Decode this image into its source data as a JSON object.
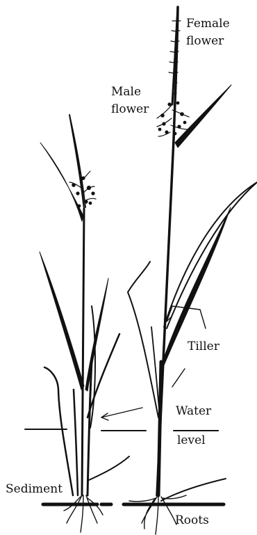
{
  "labels": {
    "female_flower_line1": "Female",
    "female_flower_line2": "flower",
    "male_flower_line1": "Male",
    "male_flower_line2": "flower",
    "tiller": "Tiller",
    "water": "Water",
    "level": "level",
    "sediment": "Sediment",
    "roots": "Roots"
  },
  "colors": {
    "ink": "#111111",
    "background": "#ffffff"
  }
}
